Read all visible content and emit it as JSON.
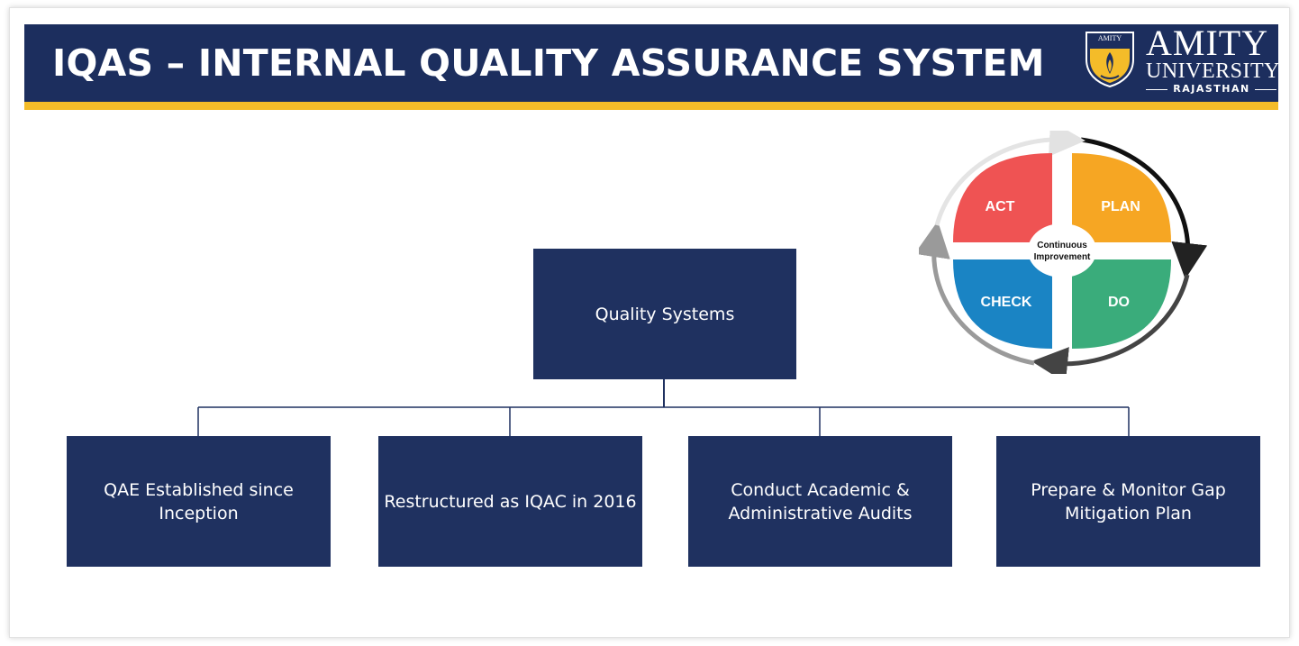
{
  "header": {
    "title": "IQAS – INTERNAL QUALITY ASSURANCE SYSTEM"
  },
  "logo": {
    "crest_text": "AMITY",
    "name": "AMITY",
    "subtitle": "UNIVERSITY",
    "campus": "RAJASTHAN"
  },
  "org_chart": {
    "root": "Quality Systems",
    "children": [
      "QAE Established since Inception",
      "Restructured as IQAC in 2016",
      "Conduct Academic & Administrative Audits",
      "Prepare & Monitor Gap Mitigation Plan"
    ]
  },
  "pdca": {
    "center_line1": "Continuous",
    "center_line2": "Improvement",
    "quadrants": {
      "act": "ACT",
      "plan": "PLAN",
      "check": "CHECK",
      "do": "DO"
    },
    "colors": {
      "act": "#ef5353",
      "plan": "#f6a623",
      "check": "#1a84c4",
      "do": "#3aac7b"
    }
  },
  "colors": {
    "header_bg": "#1c2e5e",
    "accent_stripe": "#f4bc29",
    "box_bg": "#1f3160"
  }
}
